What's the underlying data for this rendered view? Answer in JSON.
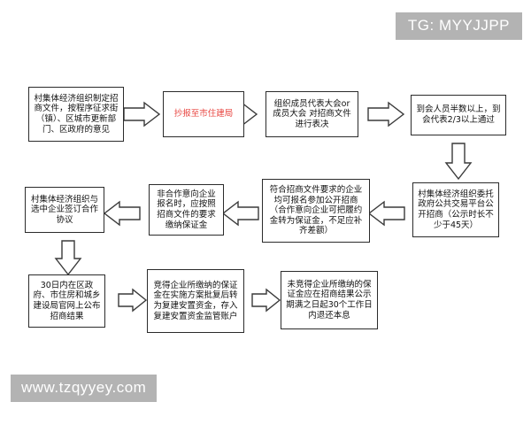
{
  "page": {
    "title": "村集体经济组织招商流程图",
    "background_color": "#ffffff",
    "box_border_color": "#2b2b2b",
    "accent_color": "#e8443f",
    "watermark_color": "#b3b3b3"
  },
  "watermarks": {
    "top_right": "TG: MYYJJPP",
    "bottom_left": "www.tzqyyey.com"
  },
  "flowchart": {
    "type": "process-flow",
    "nodes": [
      {
        "id": "n1",
        "text": "村集体经济组织制定招商文件，按程序征求街（镇）、区城市更新部门、区政府的意见",
        "color": "#111111",
        "row": 1
      },
      {
        "id": "n2",
        "text": "抄报至市住建局",
        "color": "#e8443f",
        "row": 1
      },
      {
        "id": "n3",
        "text": "组织成员代表大会or成员大会 对招商文件进行表决",
        "color": "#111111",
        "row": 1
      },
      {
        "id": "n4",
        "text": "到会人员半数以上，到会代表2/3以上通过",
        "color": "#111111",
        "row": 1
      },
      {
        "id": "n5",
        "text": "村集体经济组织委托政府公共交易平台公开招商（公示时长不少于45天）",
        "color": "#111111",
        "row": 2
      },
      {
        "id": "n6",
        "text": "符合招商文件要求的企业均可报名参加公开招商（合作意向企业可把履约金转为保证金，不足应补齐差额）",
        "color": "#111111",
        "row": 2
      },
      {
        "id": "n7",
        "text": "非合作意向企业报名时，应按照招商文件的要求缴纳保证金",
        "color": "#111111",
        "row": 2
      },
      {
        "id": "n8",
        "text": "村集体经济组织与选中企业签订合作协议",
        "color": "#111111",
        "row": 2
      },
      {
        "id": "n9",
        "text": "30日内在区政府、市住房和城乡建设局官网上公布招商结果",
        "color": "#111111",
        "row": 3
      },
      {
        "id": "n10",
        "text": "竞得企业所缴纳的保证金在实施方案批复后转为复建安置资金，存入复建安置资金监管账户",
        "color": "#111111",
        "row": 3
      },
      {
        "id": "n11",
        "text": "未竞得企业所缴纳的保证金应在招商结果公示期满之日起30个工作日内退还本息",
        "color": "#111111",
        "row": 3
      }
    ],
    "edges": [
      {
        "from": "n1",
        "to": "n2",
        "direction": "right"
      },
      {
        "from": "n2",
        "to": "n3",
        "direction": "right"
      },
      {
        "from": "n3",
        "to": "n4",
        "direction": "right"
      },
      {
        "from": "n4",
        "to": "n5",
        "direction": "down"
      },
      {
        "from": "n5",
        "to": "n6",
        "direction": "left"
      },
      {
        "from": "n6",
        "to": "n7",
        "direction": "left"
      },
      {
        "from": "n7",
        "to": "n8",
        "direction": "left"
      },
      {
        "from": "n8",
        "to": "n9",
        "direction": "down"
      },
      {
        "from": "n9",
        "to": "n10",
        "direction": "right"
      },
      {
        "from": "n10",
        "to": "n11",
        "direction": "right"
      }
    ]
  }
}
